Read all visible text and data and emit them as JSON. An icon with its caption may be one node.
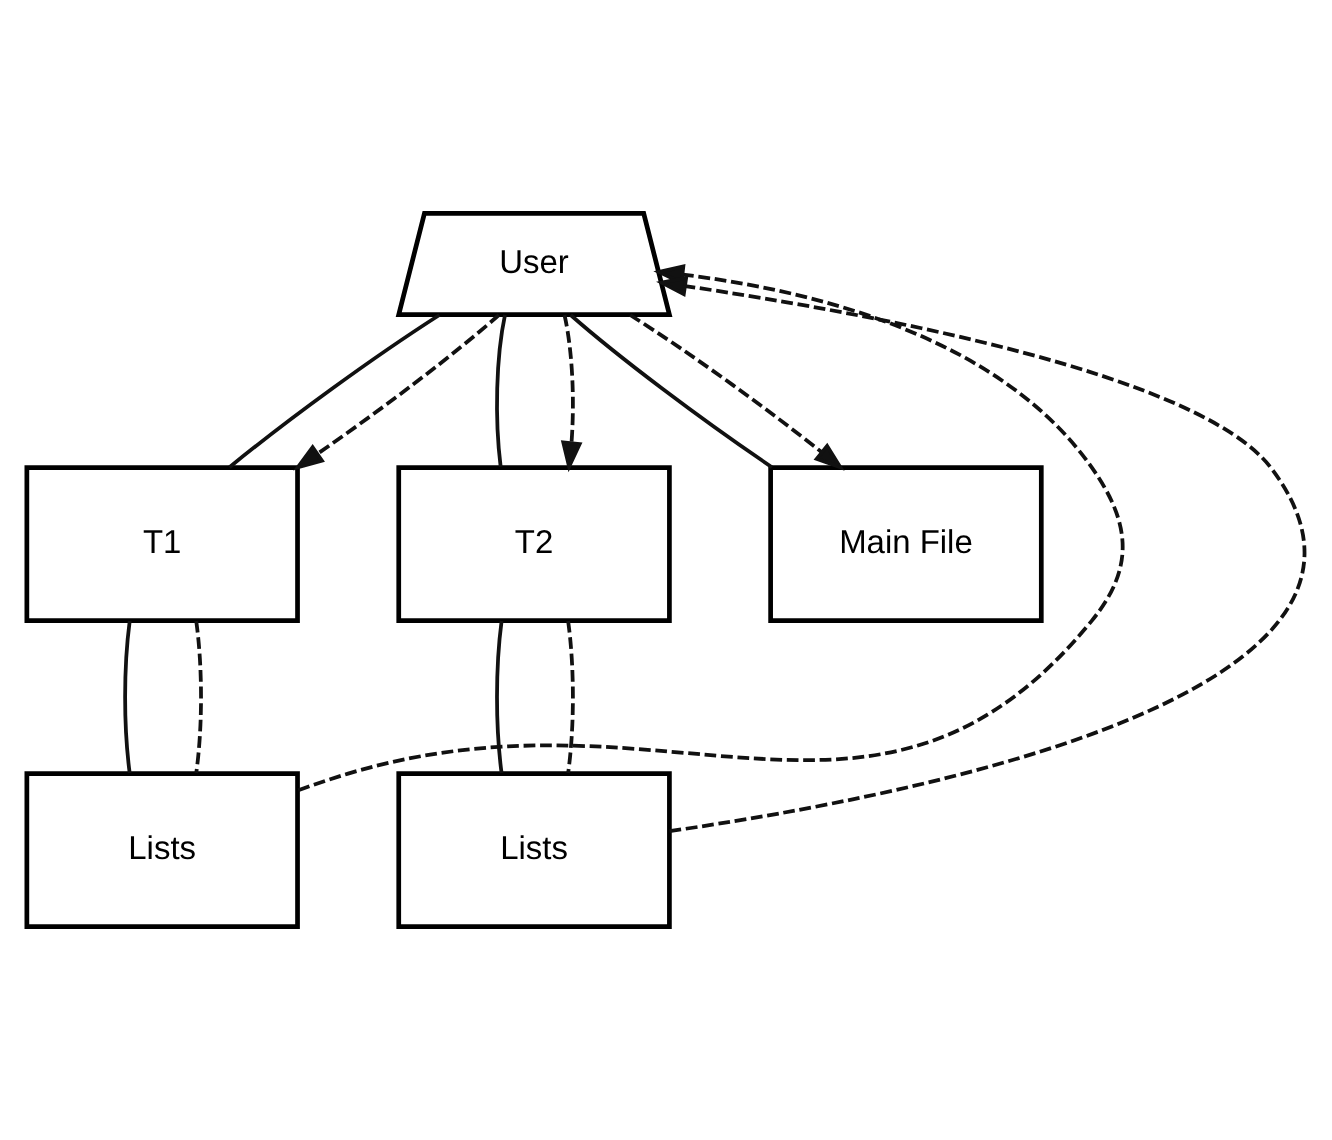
{
  "diagram": {
    "nodes": [
      {
        "text": [
          "User"
        ]
      },
      {
        "text": [
          "T1"
        ]
      },
      {
        "text": [
          "T2"
        ]
      },
      {
        "text": [
          "Main File"
        ]
      },
      {
        "text": [
          "Lists"
        ]
      },
      {
        "text": [
          "Lists"
        ]
      }
    ],
    "edges": [
      {
        "from": 0,
        "to": 1,
        "arrow": "none"
      },
      {
        "from": 0,
        "to": 2,
        "arrow": "none"
      },
      {
        "from": 0,
        "to": 3,
        "arrow": "none"
      },
      {
        "from": 1,
        "to": 4,
        "arrow": "none"
      },
      {
        "from": 2,
        "to": 5,
        "arrow": "none"
      },
      {
        "from": 0,
        "to": 1,
        "arrow": "to",
        "style": "dashed"
      },
      {
        "from": 1,
        "to": 4,
        "arrow": "none",
        "style": "dashed"
      },
      {
        "from": 4,
        "to": 0,
        "arrow": "to",
        "style": "dashed"
      },
      {
        "from": 0,
        "to": 2,
        "arrow": "to",
        "style": "dashed"
      },
      {
        "from": 2,
        "to": 5,
        "arrow": "none",
        "style": "dashed"
      },
      {
        "from": 5,
        "to": 0,
        "arrow": "to",
        "style": "dashed"
      },
      {
        "from": 0,
        "to": 3,
        "arrow": "to",
        "style": "dashed"
      }
    ]
  }
}
